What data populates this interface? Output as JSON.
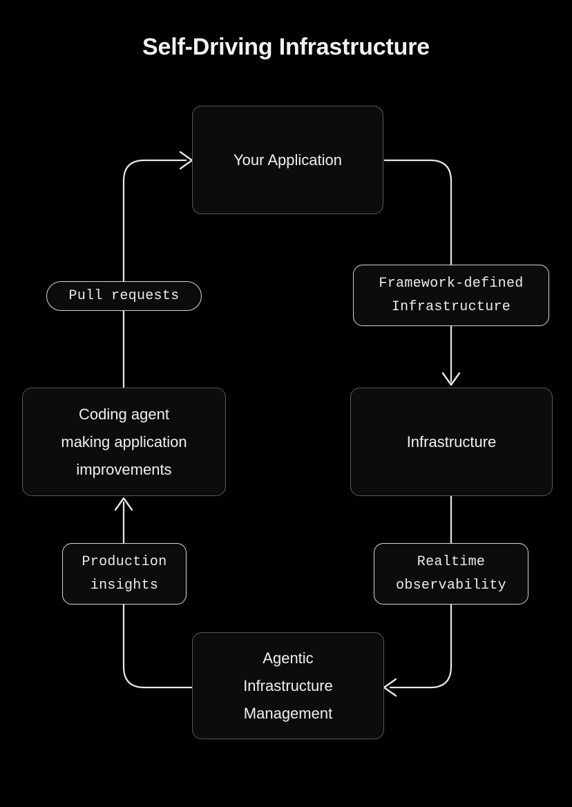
{
  "page": {
    "title": "Self-Driving Infrastructure",
    "background_color": "#000000",
    "text_color": "#f0f0f0",
    "edge_color": "#e8e8e8",
    "node_border_color": "#5a5a5a",
    "node_fill_color": "#0c0c0c",
    "label_border_color": "#d8d8d8"
  },
  "diagram": {
    "type": "flowchart-cycle",
    "nodes": [
      {
        "id": "your-application",
        "label": "Your Application"
      },
      {
        "id": "infrastructure",
        "label": "Infrastructure"
      },
      {
        "id": "agentic-infrastructure-management",
        "label": "Agentic\nInfrastructure\nManagement"
      },
      {
        "id": "coding-agent",
        "label": "Coding agent\nmaking application\nimprovements"
      }
    ],
    "edge_labels": [
      {
        "id": "framework-defined-infrastructure",
        "label": "Framework-defined\nInfrastructure"
      },
      {
        "id": "realtime-observability",
        "label": "Realtime\nobservability"
      },
      {
        "id": "production-insights",
        "label": "Production\ninsights"
      },
      {
        "id": "pull-requests",
        "label": "Pull requests"
      }
    ],
    "edges": [
      {
        "from": "your-application",
        "to": "infrastructure",
        "label": "Framework-defined Infrastructure"
      },
      {
        "from": "infrastructure",
        "to": "agentic-infrastructure-management",
        "label": "Realtime observability"
      },
      {
        "from": "agentic-infrastructure-management",
        "to": "coding-agent",
        "label": "Production insights"
      },
      {
        "from": "coding-agent",
        "to": "your-application",
        "label": "Pull requests"
      }
    ]
  }
}
